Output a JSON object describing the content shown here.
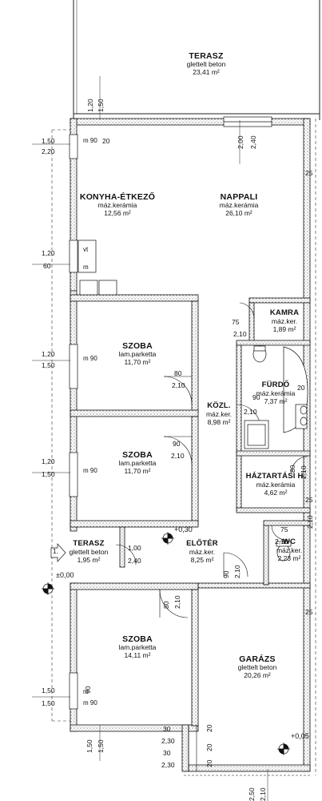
{
  "rooms": [
    {
      "id": "terasz-top",
      "name": "TERASZ",
      "material": "glettelt beton",
      "area": "23,41 m²"
    },
    {
      "id": "konyha",
      "name": "KONYHA-ÉTKEZŐ",
      "material": "máz.kerámia",
      "area": "12,56 m²"
    },
    {
      "id": "nappali",
      "name": "NAPPALI",
      "material": "máz.kerámia",
      "area": "26,10 m²"
    },
    {
      "id": "kamra",
      "name": "KAMRA",
      "material": "máz.ker.",
      "area": "1,89 m²"
    },
    {
      "id": "szoba1",
      "name": "SZOBA",
      "material": "lam.parketta",
      "area": "11,70 m²"
    },
    {
      "id": "furdo",
      "name": "FÜRDŐ",
      "material": "máz.kerámia",
      "area": "7,37 m²"
    },
    {
      "id": "kozl",
      "name": "KÖZL.",
      "material": "máz.ker.",
      "area": "8,98 m²"
    },
    {
      "id": "szoba2",
      "name": "SZOBA",
      "material": "lam.parketta",
      "area": "11,70 m²"
    },
    {
      "id": "haztartasi",
      "name": "HÁZTARTÁSI H.",
      "material": "máz.kerámia",
      "area": "4,62 m²"
    },
    {
      "id": "terasz-small",
      "name": "TERASZ",
      "material": "glettelt beton",
      "area": "1,95 m²"
    },
    {
      "id": "eloter",
      "name": "ELŐTÉR",
      "material": "máz.ker.",
      "area": "8,25 m²"
    },
    {
      "id": "wc",
      "name": "WC",
      "material": "máz.ker.",
      "area": "2,23 m²"
    },
    {
      "id": "szoba3",
      "name": "SZOBA",
      "material": "lam.parketta",
      "area": "14,11 m²"
    },
    {
      "id": "garazs",
      "name": "GARÁZS",
      "material": "glettelt beton",
      "area": "20,26 m²"
    }
  ],
  "dimensions": {
    "d_1_20_top": "1,20",
    "d_1_50_top": "1,50",
    "d_1_50_a": "1,50",
    "d_2_20": "2,20",
    "d_m_90_a": "m 90",
    "d_20_a": "20",
    "d_2_00": "2,00",
    "d_2_40_a": "2,40",
    "d_1_20_b": "1,20",
    "d_60": "60",
    "d_m_a": "m",
    "d_1_20_c": "1,20",
    "d_1_50_b": "1,50",
    "d_m_90_b": "m 90",
    "d_80": "80",
    "d_2_10_a": "2,10",
    "d_75_a": "75",
    "d_2_10_b": "2,10",
    "d_90_a": "90",
    "d_2_10_c": "2,10",
    "d_90_b": "90",
    "d_2_10_d": "2,10",
    "d_1_20_d": "1,20",
    "d_1_50_c": "1,50",
    "d_m_90_c": "m 90",
    "d_80_b": "80",
    "d_2_10_e": "2,10",
    "d_1_00": "1,00",
    "d_2_40_b": "2,40",
    "d_90_c": "90",
    "d_2_10_f": "2,10",
    "d_75_b": "75",
    "d_2_10_g": "2,10",
    "d_80_c": "80",
    "d_2_10_h": "2,10",
    "d_90_d": "90",
    "d_2_10_i": "2,10",
    "d_1_50_d": "1,50",
    "d_1_50_e": "1,50",
    "d_m_90_d": "m 90",
    "d_1_50_f": "1,50",
    "d_1_50_g": "1,50",
    "d_30_a": "30",
    "d_2_30_a": "2,30",
    "d_20_b": "20",
    "d_20_c": "20",
    "d_30_b": "30",
    "d_2_30_b": "2,30",
    "d_20_d": "20",
    "d_2_50": "2,50",
    "d_2_10_j": "2,10",
    "d_25_a": "25",
    "d_25_b": "25",
    "d_25_c": "25",
    "d_20_e": "20",
    "d_vt": "vt",
    "d_m_b": "m"
  },
  "levels": {
    "plus_030": "+0,30",
    "plus_000": "±0,00",
    "plus_005": "+0,05"
  },
  "markers": {
    "entrance_arrow": "1."
  }
}
